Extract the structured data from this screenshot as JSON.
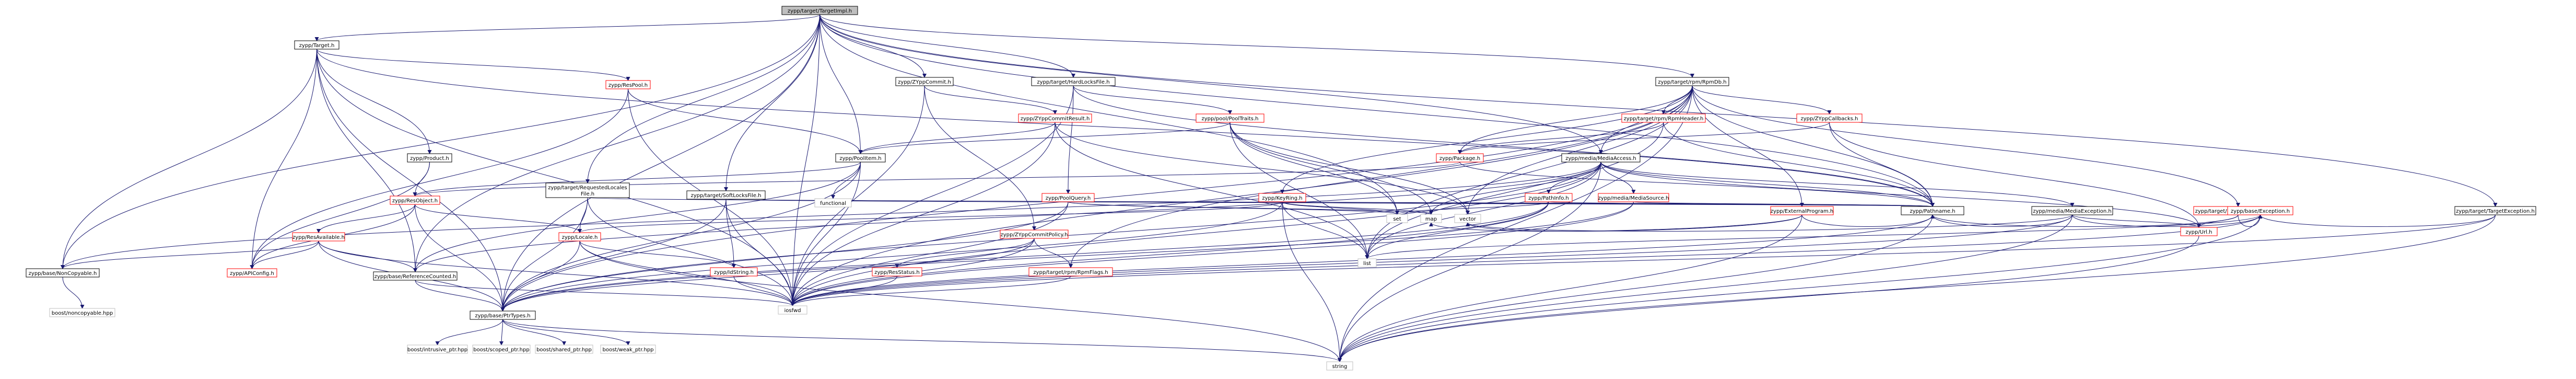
{
  "colors": {
    "edge": "#191970",
    "node_border_linked": "#000000",
    "node_border_red": "#ff0000",
    "node_border_gray": "#bfbfbf",
    "node_fill": "#ffffff",
    "root_fill": "#bfbfbf",
    "text": "#000000"
  },
  "nodes": [
    {
      "id": "root",
      "label": "zypp/target/TargetImpl.h",
      "style": "root"
    },
    {
      "id": "target",
      "label": "zypp/Target.h",
      "style": "linked"
    },
    {
      "id": "zyppcommit",
      "label": "zypp/ZYppCommit.h",
      "style": "linked"
    },
    {
      "id": "hardlocks",
      "label": "zypp/target/HardLocksFile.h",
      "style": "linked"
    },
    {
      "id": "rpmdb",
      "label": "zypp/target/rpm/RpmDb.h",
      "style": "linked"
    },
    {
      "id": "targetexc",
      "label": "zypp/target/TargetException.h",
      "style": "linked"
    },
    {
      "id": "resprool",
      "label": "zypp/ResPool.h",
      "style": "red"
    },
    {
      "id": "product",
      "label": "zypp/Product.h",
      "style": "linked"
    },
    {
      "id": "commitresult",
      "label": "zypp/ZYppCommitResult.h",
      "style": "red"
    },
    {
      "id": "pooltraits",
      "label": "zypp/pool/PoolTraits.h",
      "style": "red"
    },
    {
      "id": "rpmheader",
      "label": "zypp/target/rpm/RpmHeader.h",
      "style": "red"
    },
    {
      "id": "zyppcallbacks",
      "label": "zypp/ZYppCallbacks.h",
      "style": "red"
    },
    {
      "id": "poolitem",
      "label": "zypp/PoolItem.h",
      "style": "linked"
    },
    {
      "id": "package",
      "label": "zypp/Package.h",
      "style": "red"
    },
    {
      "id": "mediaaccess",
      "label": "zypp/media/MediaAccess.h",
      "style": "linked"
    },
    {
      "id": "requestedlocales",
      "label": "zypp/target/RequestedLocales File.h",
      "style": "linked"
    },
    {
      "id": "softlocks",
      "label": "zypp/target/SoftLocksFile.h",
      "style": "linked"
    },
    {
      "id": "poolquery",
      "label": "zypp/PoolQuery.h",
      "style": "red"
    },
    {
      "id": "keyring",
      "label": "zypp/KeyRing.h",
      "style": "red"
    },
    {
      "id": "pathinfo",
      "label": "zypp/PathInfo.h",
      "style": "red"
    },
    {
      "id": "mediasource",
      "label": "zypp/media/MediaSource.h",
      "style": "red"
    },
    {
      "id": "externalprog",
      "label": "zypp/ExternalProgram.h",
      "style": "red"
    },
    {
      "id": "mediaexc",
      "label": "zypp/media/MediaException.h",
      "style": "linked"
    },
    {
      "id": "rpmcallbacks",
      "label": "zypp/target/rpm/RpmCallbacks.h",
      "style": "red"
    },
    {
      "id": "resobject",
      "label": "zypp/ResObject.h",
      "style": "red"
    },
    {
      "id": "functional",
      "label": "functional",
      "style": "gray"
    },
    {
      "id": "commitpolicy",
      "label": "zypp/ZYppCommitPolicy.h",
      "style": "red"
    },
    {
      "id": "resavailable",
      "label": "zypp/ResAvailable.h",
      "style": "red"
    },
    {
      "id": "locale",
      "label": "zypp/Locale.h",
      "style": "red"
    },
    {
      "id": "set",
      "label": "set",
      "style": "gray"
    },
    {
      "id": "map",
      "label": "map",
      "style": "gray"
    },
    {
      "id": "vector",
      "label": "vector",
      "style": "gray"
    },
    {
      "id": "pathname",
      "label": "zypp/Pathname.h",
      "style": "linked"
    },
    {
      "id": "url",
      "label": "zypp/Url.h",
      "style": "red"
    },
    {
      "id": "baseexc",
      "label": "zypp/base/Exception.h",
      "style": "red"
    },
    {
      "id": "noncopyable",
      "label": "zypp/base/NonCopyable.h",
      "style": "linked"
    },
    {
      "id": "apiconfig",
      "label": "zypp/APIConfig.h",
      "style": "red"
    },
    {
      "id": "refcounted",
      "label": "zypp/base/ReferenceCounted.h",
      "style": "linked"
    },
    {
      "id": "idstring",
      "label": "zypp/IdString.h",
      "style": "red"
    },
    {
      "id": "resstatus",
      "label": "zypp/ResStatus.h",
      "style": "red"
    },
    {
      "id": "rpminstflags",
      "label": "zypp/target/rpm/RpmFlags.h",
      "style": "red"
    },
    {
      "id": "list",
      "label": "list",
      "style": "gray"
    },
    {
      "id": "iosfwd",
      "label": "iosfwd",
      "style": "gray"
    },
    {
      "id": "ptrtypes",
      "label": "zypp/base/PtrTypes.h",
      "style": "linked"
    },
    {
      "id": "boost_noncopyable",
      "label": "boost/noncopyable.hpp",
      "style": "gray"
    },
    {
      "id": "boost_intrusive",
      "label": "boost/intrusive_ptr.hpp",
      "style": "gray"
    },
    {
      "id": "boost_scoped",
      "label": "boost/scoped_ptr.hpp",
      "style": "gray"
    },
    {
      "id": "boost_shared",
      "label": "boost/shared_ptr.hpp",
      "style": "gray"
    },
    {
      "id": "boost_weak",
      "label": "boost/weak_ptr.hpp",
      "style": "gray"
    },
    {
      "id": "string",
      "label": "string",
      "style": "gray"
    }
  ],
  "edges": [
    [
      "root",
      "target"
    ],
    [
      "root",
      "zyppcommit"
    ],
    [
      "root",
      "hardlocks"
    ],
    [
      "root",
      "rpmdb"
    ],
    [
      "root",
      "targetexc"
    ],
    [
      "root",
      "poolitem"
    ],
    [
      "root",
      "mediaaccess"
    ],
    [
      "root",
      "requestedlocales"
    ],
    [
      "root",
      "softlocks"
    ],
    [
      "root",
      "pathname"
    ],
    [
      "root",
      "set"
    ],
    [
      "root",
      "iosfwd"
    ],
    [
      "root",
      "ptrtypes"
    ],
    [
      "root",
      "noncopyable"
    ],
    [
      "root",
      "refcounted"
    ],
    [
      "target",
      "resprool"
    ],
    [
      "target",
      "product"
    ],
    [
      "target",
      "noncopyable"
    ],
    [
      "target",
      "apiconfig"
    ],
    [
      "target",
      "ptrtypes"
    ],
    [
      "target",
      "refcounted"
    ],
    [
      "target",
      "iosfwd"
    ],
    [
      "target",
      "pathname"
    ],
    [
      "resprool",
      "poolitem"
    ],
    [
      "resprool",
      "iosfwd"
    ],
    [
      "resprool",
      "apiconfig"
    ],
    [
      "product",
      "resobject"
    ],
    [
      "product",
      "apiconfig"
    ],
    [
      "zyppcommit",
      "commitresult"
    ],
    [
      "zyppcommit",
      "commitpolicy"
    ],
    [
      "zyppcommit",
      "iosfwd"
    ],
    [
      "hardlocks",
      "poolquery"
    ],
    [
      "hardlocks",
      "pathname"
    ],
    [
      "hardlocks",
      "pooltraits"
    ],
    [
      "hardlocks",
      "iosfwd"
    ],
    [
      "commitresult",
      "poolitem"
    ],
    [
      "commitresult",
      "vector"
    ],
    [
      "commitresult",
      "list"
    ],
    [
      "commitresult",
      "iosfwd"
    ],
    [
      "pooltraits",
      "poolitem"
    ],
    [
      "pooltraits",
      "set"
    ],
    [
      "pooltraits",
      "map"
    ],
    [
      "pooltraits",
      "vector"
    ],
    [
      "pooltraits",
      "list"
    ],
    [
      "rpmdb",
      "rpmheader"
    ],
    [
      "rpmdb",
      "zyppcallbacks"
    ],
    [
      "rpmdb",
      "keyring"
    ],
    [
      "rpmdb",
      "externalprog"
    ],
    [
      "rpmdb",
      "rpmcallbacks"
    ],
    [
      "rpmdb",
      "pathname"
    ],
    [
      "rpmdb",
      "package"
    ],
    [
      "rpmdb",
      "mediaaccess"
    ],
    [
      "rpmdb",
      "rpminstflags"
    ],
    [
      "rpmdb",
      "list"
    ],
    [
      "rpmdb",
      "vector"
    ],
    [
      "rpmdb",
      "iosfwd"
    ],
    [
      "rpmdb",
      "string"
    ],
    [
      "rpmdb",
      "ptrtypes"
    ],
    [
      "rpmheader",
      "package"
    ],
    [
      "rpmheader",
      "pathname"
    ],
    [
      "rpmheader",
      "list"
    ],
    [
      "zyppcallbacks",
      "package"
    ],
    [
      "zyppcallbacks",
      "pathname"
    ],
    [
      "zyppcallbacks",
      "url"
    ],
    [
      "poolitem",
      "resobject"
    ],
    [
      "poolitem",
      "ptrtypes"
    ],
    [
      "poolitem",
      "iosfwd"
    ],
    [
      "poolitem",
      "functional"
    ],
    [
      "poolitem",
      "refcounted"
    ],
    [
      "package",
      "resobject"
    ],
    [
      "package",
      "pathname"
    ],
    [
      "mediaaccess",
      "pathinfo"
    ],
    [
      "mediaaccess",
      "mediasource"
    ],
    [
      "mediaaccess",
      "mediaexc"
    ],
    [
      "mediaaccess",
      "pathname"
    ],
    [
      "mediaaccess",
      "url"
    ],
    [
      "mediaaccess",
      "map"
    ],
    [
      "mediaaccess",
      "list"
    ],
    [
      "mediaaccess",
      "iosfwd"
    ],
    [
      "mediaaccess",
      "ptrtypes"
    ],
    [
      "mediaaccess",
      "refcounted"
    ],
    [
      "mediaaccess",
      "string"
    ],
    [
      "mediaaccess",
      "noncopyable"
    ],
    [
      "requestedlocales",
      "locale"
    ],
    [
      "requestedlocales",
      "pathname"
    ],
    [
      "requestedlocales",
      "iosfwd"
    ],
    [
      "requestedlocales",
      "ptrtypes"
    ],
    [
      "softlocks",
      "idstring"
    ],
    [
      "softlocks",
      "pathname"
    ],
    [
      "softlocks",
      "iosfwd"
    ],
    [
      "softlocks",
      "ptrtypes"
    ],
    [
      "poolquery",
      "set"
    ],
    [
      "poolquery",
      "map"
    ],
    [
      "poolquery",
      "iosfwd"
    ],
    [
      "poolquery",
      "ptrtypes"
    ],
    [
      "keyring",
      "pathname"
    ],
    [
      "keyring",
      "map"
    ],
    [
      "keyring",
      "set"
    ],
    [
      "keyring",
      "list"
    ],
    [
      "keyring",
      "locale"
    ],
    [
      "keyring",
      "ptrtypes"
    ],
    [
      "keyring",
      "string"
    ],
    [
      "pathinfo",
      "pathname"
    ],
    [
      "pathinfo",
      "set"
    ],
    [
      "pathinfo",
      "list"
    ],
    [
      "pathinfo",
      "iosfwd"
    ],
    [
      "pathinfo",
      "ptrtypes"
    ],
    [
      "mediasource",
      "pathname"
    ],
    [
      "mediasource",
      "iosfwd"
    ],
    [
      "mediasource",
      "ptrtypes"
    ],
    [
      "externalprog",
      "pathname"
    ],
    [
      "externalprog",
      "map"
    ],
    [
      "externalprog",
      "string"
    ],
    [
      "externalprog",
      "vector"
    ],
    [
      "mediaexc",
      "pathname"
    ],
    [
      "mediaexc",
      "url"
    ],
    [
      "mediaexc",
      "baseexc"
    ],
    [
      "mediaexc",
      "iosfwd"
    ],
    [
      "mediaexc",
      "string"
    ],
    [
      "mediaexc",
      "vector"
    ],
    [
      "rpmcallbacks",
      "url"
    ],
    [
      "rpmcallbacks",
      "baseexc"
    ],
    [
      "rpmcallbacks",
      "pathname"
    ],
    [
      "targetexc",
      "baseexc"
    ],
    [
      "targetexc",
      "iosfwd"
    ],
    [
      "targetexc",
      "string"
    ],
    [
      "baseexc",
      "list"
    ],
    [
      "baseexc",
      "iosfwd"
    ],
    [
      "baseexc",
      "string"
    ],
    [
      "pathname",
      "iosfwd"
    ],
    [
      "pathname",
      "string"
    ],
    [
      "url",
      "string"
    ],
    [
      "resobject",
      "resavailable"
    ],
    [
      "resobject",
      "apiconfig"
    ],
    [
      "resobject",
      "locale"
    ],
    [
      "resobject",
      "ptrtypes"
    ],
    [
      "resavailable",
      "apiconfig"
    ],
    [
      "resavailable",
      "refcounted"
    ],
    [
      "resavailable",
      "noncopyable"
    ],
    [
      "resavailable",
      "iosfwd"
    ],
    [
      "resavailable",
      "ptrtypes"
    ],
    [
      "locale",
      "idstring"
    ],
    [
      "locale",
      "iosfwd"
    ],
    [
      "locale",
      "string"
    ],
    [
      "locale",
      "ptrtypes"
    ],
    [
      "commitpolicy",
      "resstatus"
    ],
    [
      "commitpolicy",
      "rpminstflags"
    ],
    [
      "commitpolicy",
      "iosfwd"
    ],
    [
      "commitpolicy",
      "ptrtypes"
    ],
    [
      "resstatus",
      "iosfwd"
    ],
    [
      "idstring",
      "iosfwd"
    ],
    [
      "rpminstflags",
      "iosfwd"
    ],
    [
      "refcounted",
      "iosfwd"
    ],
    [
      "refcounted",
      "ptrtypes"
    ],
    [
      "noncopyable",
      "boost_noncopyable"
    ],
    [
      "ptrtypes",
      "boost_intrusive"
    ],
    [
      "ptrtypes",
      "boost_scoped"
    ],
    [
      "ptrtypes",
      "boost_shared"
    ],
    [
      "ptrtypes",
      "boost_weak"
    ],
    [
      "ptrtypes",
      "string"
    ]
  ]
}
